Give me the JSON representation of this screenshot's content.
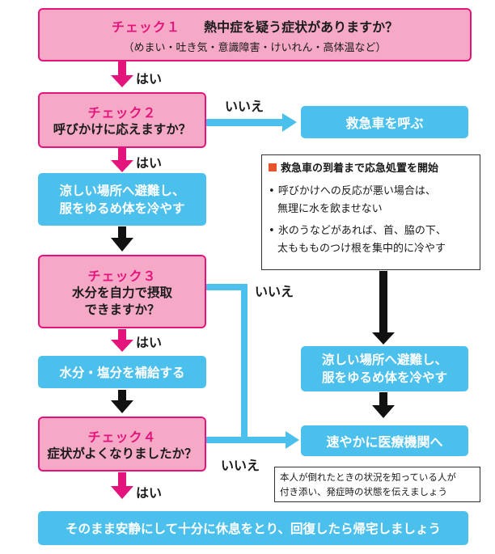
{
  "check1": {
    "title": "チェック１",
    "question": "熱中症を疑う症状がありますか？",
    "sub": "（めまい・吐き気・意識障害・けいれん・高体温など）"
  },
  "check2": {
    "title": "チェック２",
    "question": "呼びかけに応えますか？"
  },
  "check3": {
    "title": "チェック３",
    "question_l1": "水分を自力で摂取",
    "question_l2": "できますか？"
  },
  "check4": {
    "title": "チェック４",
    "question": "症状がよくなりましたか？"
  },
  "labels": {
    "yes": "はい",
    "no": "いいえ"
  },
  "actions": {
    "cool_l1": "涼しい場所へ避難し、",
    "cool_l2": "服をゆるめ体を冷やす",
    "hydrate": "水分・塩分を補給する",
    "call_ambulance": "救急車を呼ぶ",
    "hospital": "速やかに医療機関へ",
    "final": "そのまま安静にして十分に休息をとり、回復したら帰宅しましょう"
  },
  "first_aid": {
    "heading": "救急車の到着まで応急処置を開始",
    "bullet1_l1": "呼びかけへの反応が悪い場合は、",
    "bullet1_l2": "無理に水を飲ませない",
    "bullet2_l1": "氷のうなどがあれば、首、脇の下、",
    "bullet2_l2": "太ももものつけ根を集中的に冷やす"
  },
  "note": {
    "l1": "本人が倒れたときの状況を知っている人が",
    "l2": "付き添い、発症時の状態を伝えましょう"
  },
  "colors": {
    "pink_fill": "#f5a9c7",
    "pink_border": "#e3157c",
    "blue": "#4cc0ec",
    "accent": "#e8542a"
  }
}
